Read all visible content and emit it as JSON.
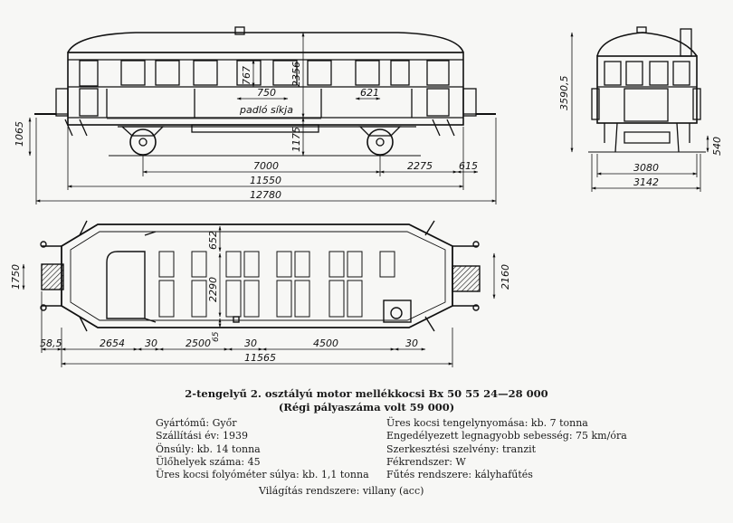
{
  "dims": {
    "side": {
      "h_total": "1065",
      "h_inner": "767",
      "h_roof": "2356",
      "h_floor": "1175",
      "seat": "750",
      "window": "621",
      "floor_label": "padló síkja",
      "wheelbase": "7000",
      "overhang": "2275",
      "buffer": "615",
      "body_len": "11550",
      "total_len": "12780"
    },
    "end": {
      "height": "3590,5",
      "buffer_h": "540",
      "width": "3080",
      "total_width": "3142"
    },
    "plan": {
      "left_w": "1750",
      "right_w": "2160",
      "aisle": "652",
      "compart": "2290",
      "small": "65",
      "x_585": "58,5",
      "x_2654": "2654",
      "x_30a": "30",
      "x_2500": "2500",
      "x_30b": "30",
      "x_4500": "4500",
      "x_30c": "30",
      "plan_len": "11565"
    }
  },
  "caption": {
    "title": "2-tengelyű 2. osztályú motor mellékkocsi Bx 50  55 24—28 000",
    "subtitle": "(Régi pályaszáma volt 59 000)"
  },
  "specs_left": [
    "Gyártómű: Győr",
    "Szállítási év: 1939",
    "Önsúly: kb. 14 tonna",
    "Ülőhelyek száma: 45",
    "Üres kocsi folyóméter súlya: kb. 1,1 tonna"
  ],
  "specs_right": [
    "Üres kocsi tengelynyomása: kb. 7 tonna",
    "Engedélyezett legnagyobb sebesség: 75 km/óra",
    "Szerkesztési szelvény: tranzit",
    "Fékrendszer: W",
    "Fűtés rendszere: kályhafűtés"
  ],
  "specs_bottom": "Világítás rendszere: villany (acc)"
}
